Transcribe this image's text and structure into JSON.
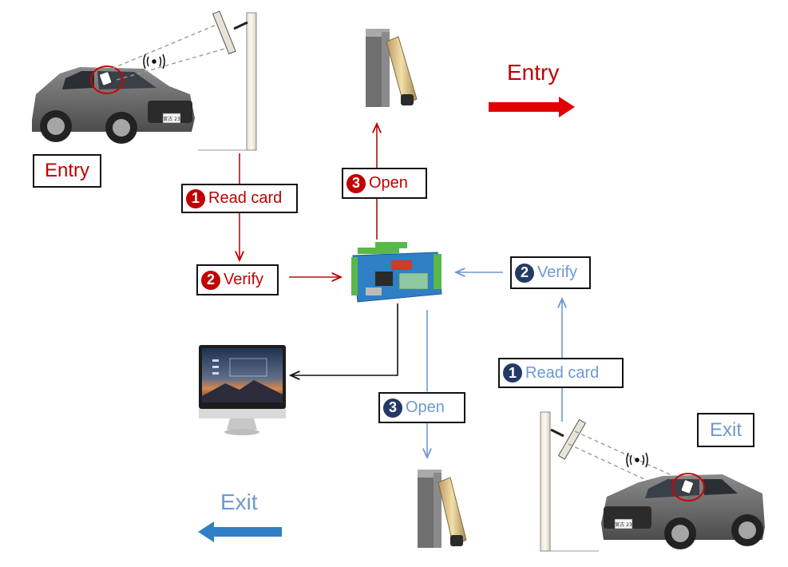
{
  "colors": {
    "entry": "#c00000",
    "exit": "#6e98d2",
    "exit_badge": "#243a66",
    "exit_arrow": "#2f7ec6",
    "line_dark": "#111111",
    "box_border": "#111111"
  },
  "titles": {
    "entry_top": "Entry",
    "exit_bottom": "Exit"
  },
  "boxes": {
    "entry_left": "Entry",
    "exit_right": "Exit"
  },
  "entry_steps": [
    {
      "num": "1",
      "text": "Read card"
    },
    {
      "num": "2",
      "text": "Verify"
    },
    {
      "num": "3",
      "text": "Open"
    }
  ],
  "exit_steps": [
    {
      "num": "1",
      "text": "Read card"
    },
    {
      "num": "2",
      "text": "Verify"
    },
    {
      "num": "3",
      "text": "Open"
    }
  ],
  "plate_top": "宮古 23",
  "plate_bottom": "宮古 23",
  "icons": [
    "car-icon",
    "rfid-reader-icon",
    "barrier-gate-icon",
    "controller-board-icon",
    "monitor-icon",
    "wifi-signal-icon",
    "rfid-card-icon"
  ]
}
